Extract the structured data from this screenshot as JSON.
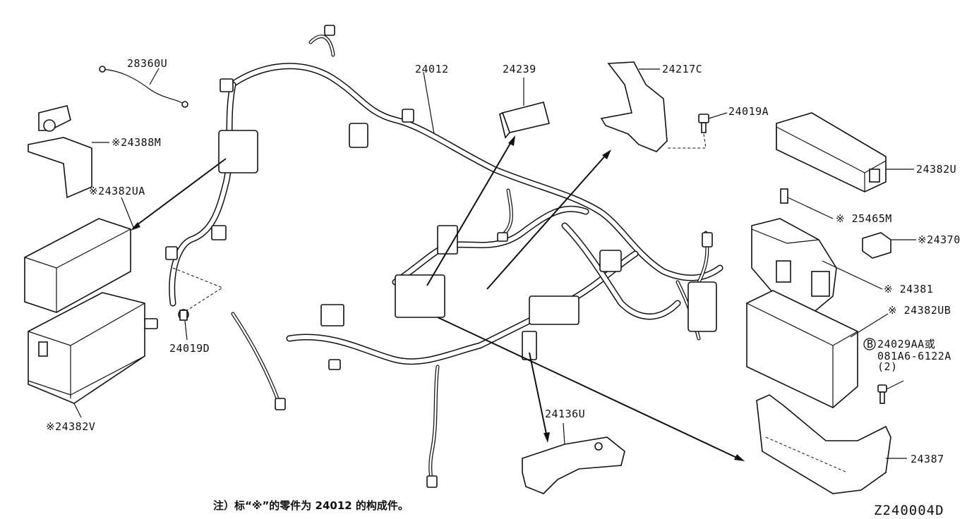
{
  "diagram": {
    "labels": {
      "l28360u": "28360U",
      "l24388m": "※24388M",
      "l24382ua": "※24382UA",
      "l24019d": "24019D",
      "l24382v": "※24382V",
      "l24012": "24012",
      "l24239": "24239",
      "l24217c": "24217C",
      "l24019a": "24019A",
      "l24382u": "24382U",
      "l25465m": "※ 25465M",
      "l24370": "※24370",
      "l24381": "※ 24381",
      "l24382ub": "※ 24382UB",
      "l24029aa": "24029AA或",
      "l081a6": "081A6-6122A",
      "l081a6_qty": "(2)",
      "l24136u": "24136U",
      "l24387": "24387",
      "circled_mark": "B"
    },
    "footnote": "注）标“※”的零件为 24012 的构成件。",
    "diagram_code": "Z240004D"
  }
}
